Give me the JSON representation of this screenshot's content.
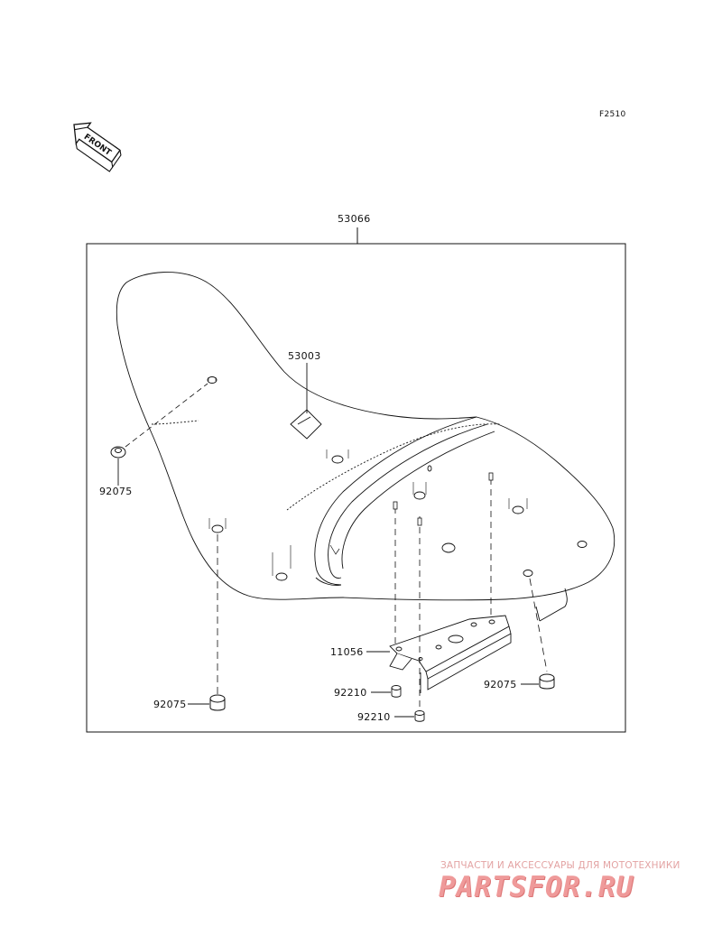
{
  "figure_code": "F2510",
  "front_arrow_label": "FRONT",
  "parts": {
    "seat_assembly": "53066",
    "label": "53003",
    "grommet_left": "92075",
    "grommet_bottom": "92075",
    "grommet_right": "92075",
    "bracket": "11056",
    "nut_1": "92210",
    "nut_2": "92210"
  },
  "watermark": {
    "tagline": "ЗАПЧАСТИ И АКСЕССУАРЫ ДЛЯ МОТОТЕХНИКИ",
    "logo": "PARTSFOR.RU",
    "color": "#ef9a9a"
  }
}
